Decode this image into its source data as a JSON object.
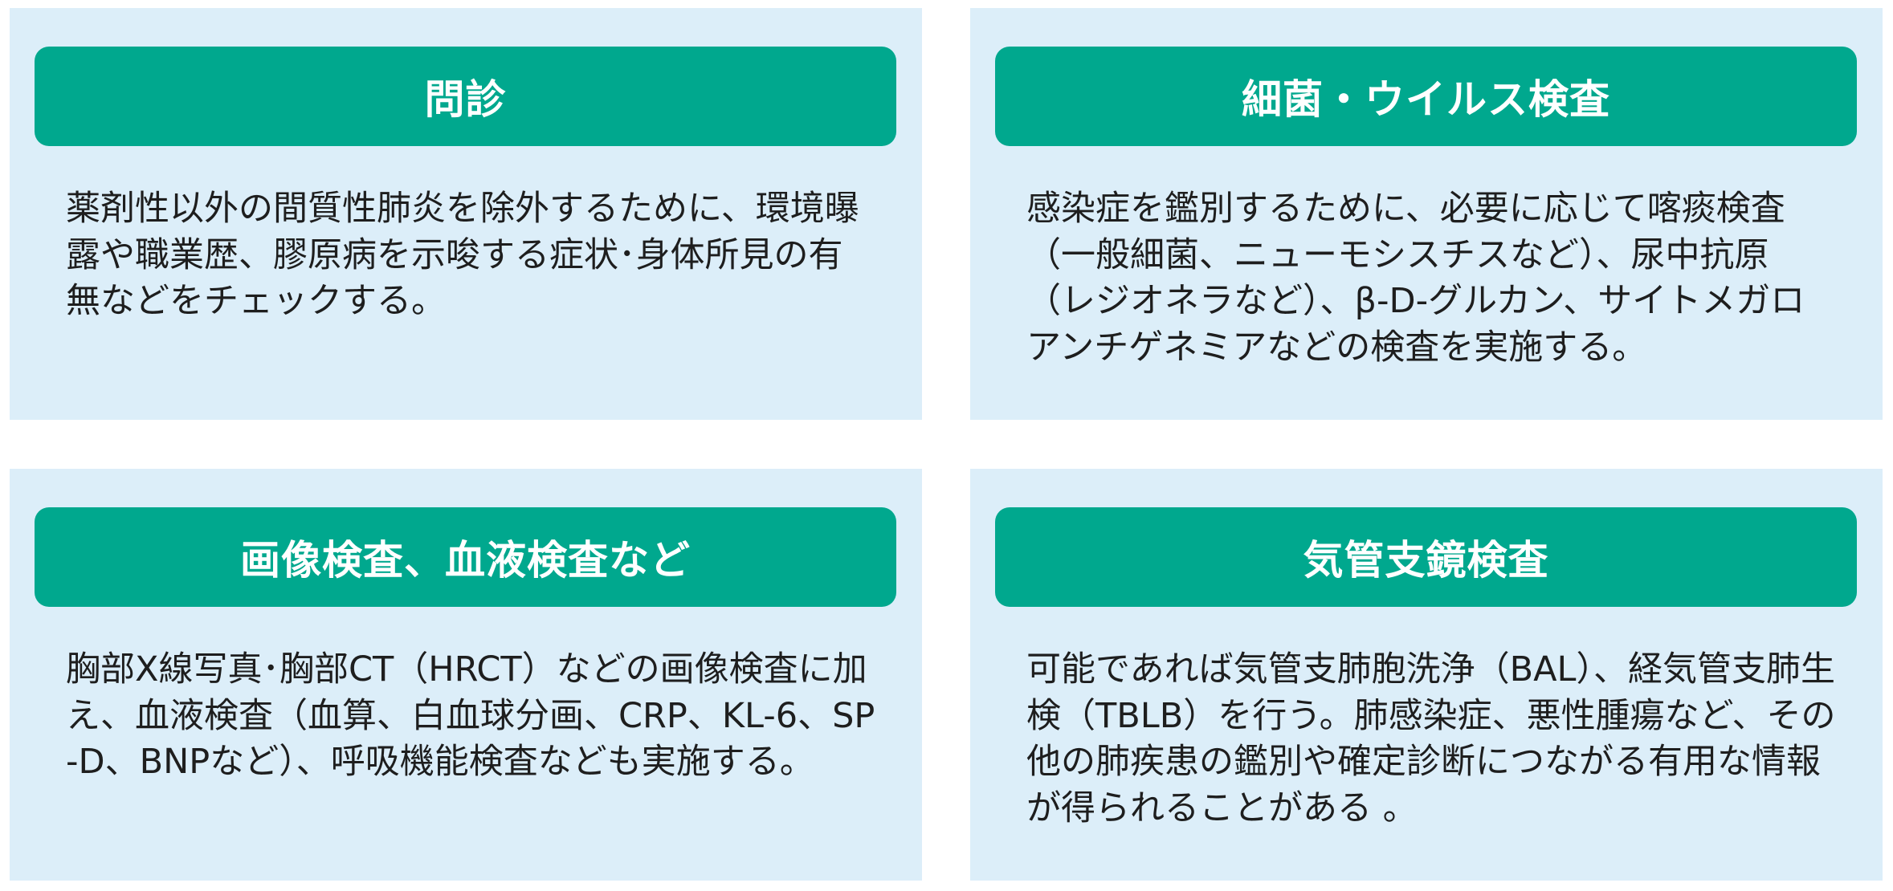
{
  "panels": [
    {
      "title": "問診",
      "text": "薬剤性以外の間質性肺炎を除外するために、環境曝露や職業歴、膠原病を示唆する症状･身体所見の有無などをチェックする。"
    },
    {
      "title": "細菌・ウイルス検査",
      "text": "感染症を鑑別するために、必要に応じて喀痰検査（一般細菌、ニューモシスチスなど）、尿中抗原（レジオネラなど）、β-D-グルカン、サイトメガロアンチゲネミアなどの検査を実施する。"
    },
    {
      "title": "画像検査、血液検査など",
      "text": "胸部X線写真･胸部CT（HRCT）などの画像検査に加え、血液検査（血算、白血球分画、CRP、KL-6、SP-D、BNPなど）、呼吸機能検査なども実施する。"
    },
    {
      "title": "気管支鏡検査",
      "text": "可能であれば気管支肺胞洗浄（BAL）、経気管支肺生検（TBLB）を行う。肺感染症、悪性腫瘍など、その他の肺疾患の鑑別や確定診断につながる有用な情報が得られることがある 。"
    }
  ],
  "colors": {
    "panel_bg": "#dceef9",
    "header_bg": "#00a88e",
    "header_text": "#ffffff",
    "body_text": "#1e1e1e"
  }
}
